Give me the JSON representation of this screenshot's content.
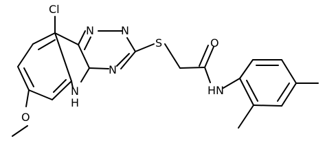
{
  "molecule": {
    "atoms": {
      "cl": "Cl",
      "n_triazine_1": "N",
      "n_triazine_2": "N",
      "n_triazine_3": "N",
      "s": "S",
      "o_carbonyl": "O",
      "nh_indole": "N",
      "h_indole": "H",
      "nh_amide": "HN",
      "o_methoxy": "O"
    }
  }
}
